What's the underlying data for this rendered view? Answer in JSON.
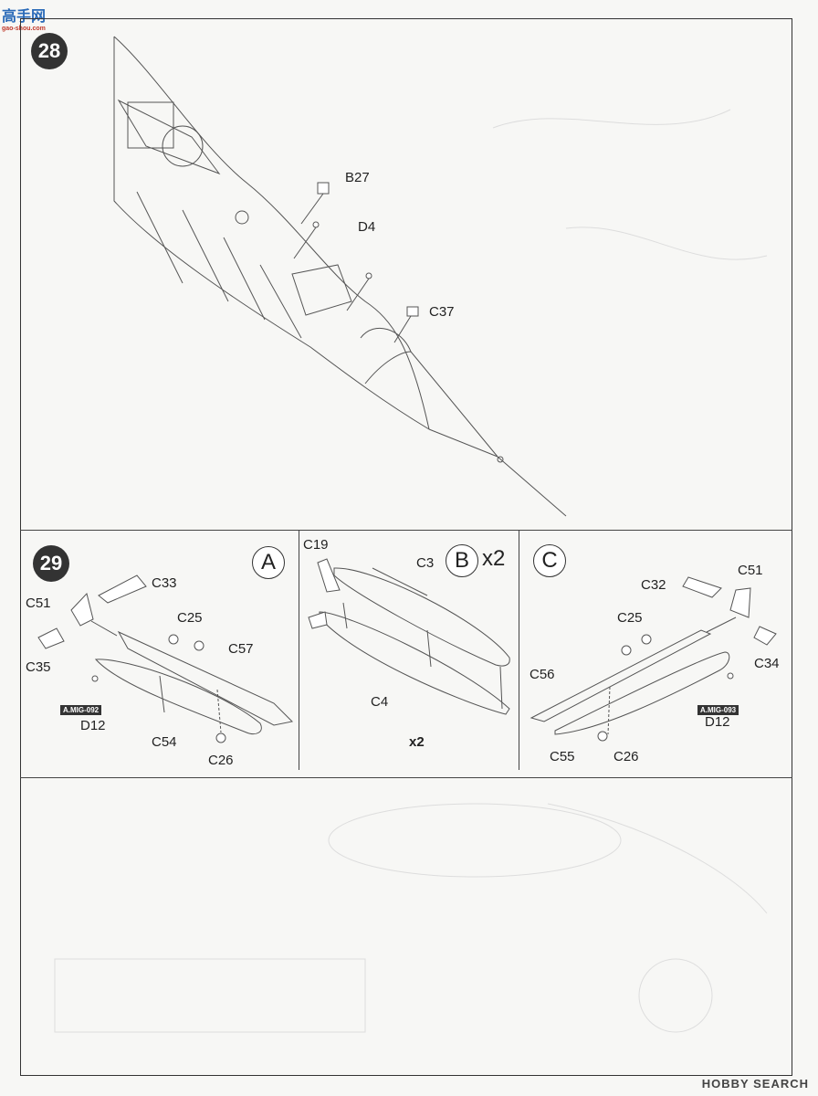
{
  "watermark_top": {
    "name": "高手网",
    "sub": "gao-shou.com"
  },
  "watermark_bottom": "HOBBY SEARCH",
  "step28": {
    "number": "28",
    "labels": {
      "b27": "B27",
      "d4": "D4",
      "c37": "C37"
    }
  },
  "step29": {
    "number": "29",
    "panelA": {
      "letter": "A",
      "labels": {
        "c33": "C33",
        "c51": "C51",
        "c35": "C35",
        "c25": "C25",
        "c57": "C57",
        "d12": "D12",
        "c54": "C54",
        "c26": "C26"
      },
      "tag": "A.MIG-092"
    },
    "panelB": {
      "letter": "B",
      "mult_top": "x2",
      "labels": {
        "c19": "C19",
        "c3": "C3",
        "c4": "C4"
      },
      "mult_bottom": "x2"
    },
    "panelC": {
      "letter": "C",
      "labels": {
        "c32": "C32",
        "c51": "C51",
        "c25": "C25",
        "c34": "C34",
        "c56": "C56",
        "d12": "D12",
        "c55": "C55",
        "c26": "C26"
      },
      "tag": "A.MIG-093"
    }
  }
}
